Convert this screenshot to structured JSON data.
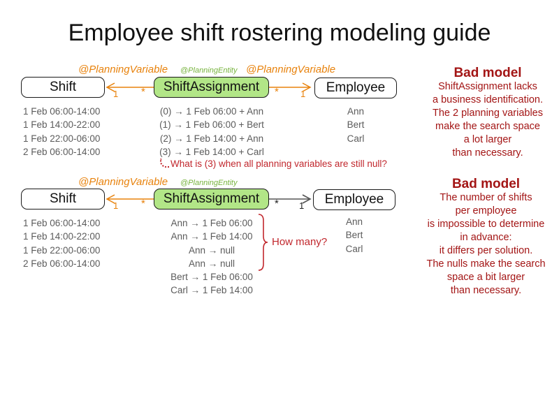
{
  "title": "Employee shift rostering modeling guide",
  "colors": {
    "annotation_orange": "#E8820C",
    "annotation_green": "#77B33E",
    "entity_fill_green": "#B2E687",
    "note_red": "#C1272D",
    "verdict_red": "#A31515",
    "data_gray": "#5B5B5B"
  },
  "d1": {
    "annotation_left": "@PlanningVariable",
    "annotation_entity": "@PlanningEntity",
    "annotation_right": "@PlanningVariable",
    "box_shift": "Shift",
    "box_assignment": "ShiftAssignment",
    "box_employee": "Employee",
    "mult_shift_one": "1",
    "mult_shift_many": "*",
    "mult_emp_many": "*",
    "mult_emp_one": "1",
    "shifts": [
      "1 Feb 06:00-14:00",
      "1 Feb 14:00-22:00",
      "1 Feb 22:00-06:00",
      "2 Feb 06:00-14:00"
    ],
    "assignments": [
      "(0) → 1 Feb 06:00 + Ann",
      "(1) → 1 Feb 06:00 + Bert",
      "(2) → 1 Feb 14:00 + Ann",
      "(3) → 1 Feb 14:00 + Carl"
    ],
    "employees": [
      "Ann",
      "Bert",
      "Carl"
    ],
    "note": "What is (3) when all planning variables are still null?",
    "verdict_title": "Bad model",
    "verdict_lines": [
      "ShiftAssignment lacks",
      "a business identification.",
      "The 2 planning variables",
      "make the search space",
      "a lot larger",
      "than necessary."
    ]
  },
  "d2": {
    "annotation_left": "@PlanningVariable",
    "annotation_entity": "@PlanningEntity",
    "box_shift": "Shift",
    "box_assignment": "ShiftAssignment",
    "box_employee": "Employee",
    "mult_shift_one": "1",
    "mult_shift_many": "*",
    "mult_emp_many": "*",
    "mult_emp_one": "1",
    "shifts": [
      "1 Feb 06:00-14:00",
      "1 Feb 14:00-22:00",
      "1 Feb 22:00-06:00",
      "2 Feb 06:00-14:00"
    ],
    "assignments": [
      "Ann → 1 Feb 06:00",
      "Ann → 1 Feb 14:00",
      "Ann → null",
      "Ann → null",
      "Bert → 1 Feb 06:00",
      "Carl → 1 Feb 14:00"
    ],
    "employees": [
      "Ann",
      "Bert",
      "Carl"
    ],
    "note": "How many?",
    "verdict_title": "Bad model",
    "verdict_lines": [
      "The number of shifts",
      "per employee",
      "is impossible to determine",
      "in advance:",
      "it differs per solution.",
      "The nulls make the search",
      "space a bit larger",
      "than necessary."
    ]
  }
}
